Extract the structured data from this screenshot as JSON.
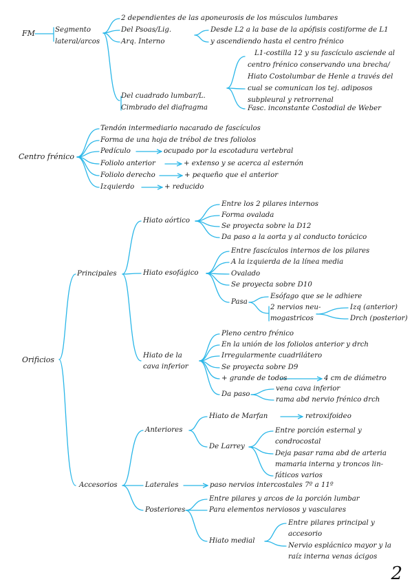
{
  "accent_color": "#29b6e8",
  "fm": {
    "label": "FM",
    "segmento": "Segmento",
    "lateral": "lateral/arcos",
    "dependientes": "2 dependientes de las aponeurosis de los músculos lumbares",
    "psoas1": "Del Psoas/Lig.",
    "psoas2": "Arq. Interno",
    "psoas_a": "Desde L2 a la base de la apófisis costiforme de L1",
    "psoas_b": "y ascendiendo hasta el centro frénico",
    "cuad1": "Del cuadrado lumbar/L.",
    "cuad2": "Cimbrado del diafragma",
    "cuad_desc": [
      "L1-costilla 12 y su fascículo asciende al",
      "centro frénico conservando una brecha/",
      "Hiato Costolumbar de Henle a través del",
      "cual se comunican los tej. adiposos",
      "subpleural y retrorrenal"
    ],
    "fasc": "Fasc. inconstante Costodial de Weber"
  },
  "centro": {
    "label": "Centro frénico",
    "tendon": "Tendón intermediario nacarado de fascículos",
    "forma": "Forma de una hoja de trébol de tres foliolos",
    "pediculo": "Pedículo",
    "pediculo_val": "ocupado por la escotadura vertebral",
    "anterior": "Foliolo anterior",
    "anterior_val": "+ extenso y se acerca al esternón",
    "derecho": "Foliolo derecho",
    "derecho_val": "+ pequeño que el anterior",
    "izquierdo": "Izquierdo",
    "izquierdo_val": "+ reducido"
  },
  "orificios": {
    "label": "Orificios",
    "principales": "Principales",
    "aortico": {
      "label": "Hiato aórtico",
      "items": [
        "Entre los 2 pilares internos",
        "Forma ovalada",
        "Se proyecta sobre la D12",
        "Da paso a la aorta y al conducto torácico"
      ]
    },
    "esofagico": {
      "label": "Hiato esofágico",
      "items": [
        "Entre fascículos internos de los pilares",
        "A la izquierda de la línea media",
        "Ovalado",
        "Se proyecta sobre D10"
      ],
      "pasa": "Pasa",
      "esofago": "Esófago que se le adhiere",
      "nervios1": "2 nervios neu-",
      "nervios2": "mogastricos",
      "izq": "Izq (anterior)",
      "drch": "Drch (posterior)"
    },
    "cava": {
      "label1": "Hiato de la",
      "label2": "cava inferior",
      "items": [
        "Pleno centro frénico",
        "En la unión de los foliolos anterior y drch",
        "Irregularmente cuadrilátero",
        "Se proyecta sobre D9"
      ],
      "grande": "+ grande de todos",
      "grande_val": "4 cm de diámetro",
      "dapaso": "Da paso",
      "vena": "vena cava inferior",
      "rama": "rama abd nervio frénico drch"
    },
    "accesorios": "Accesorios",
    "anteriores": {
      "label": "Anteriores",
      "marfan": "Hiato de Marfan",
      "marfan_val": "retroxifoideo",
      "larrey": "De Larrey",
      "larrey_items": [
        "Entre porción esternal y",
        "condrocostal",
        "Deja pasar rama abd de arteria",
        "mamaria interna y troncos lin-",
        "fáticos varios"
      ]
    },
    "laterales": {
      "label": "Laterales",
      "val": "paso nervios intercostales 7º a 11º"
    },
    "posteriores": {
      "label": "Posteriores",
      "items": [
        "Entre pilares y arcos de la porción lumbar",
        "Para elementos nerviosos y vasculares"
      ],
      "medial": "Hiato medial",
      "medial_items": [
        "Entre pilares principal y",
        "accesorio",
        "Nervio esplácnico mayor y la",
        "raíz interna venas ácigos"
      ]
    }
  },
  "page_number": "2"
}
